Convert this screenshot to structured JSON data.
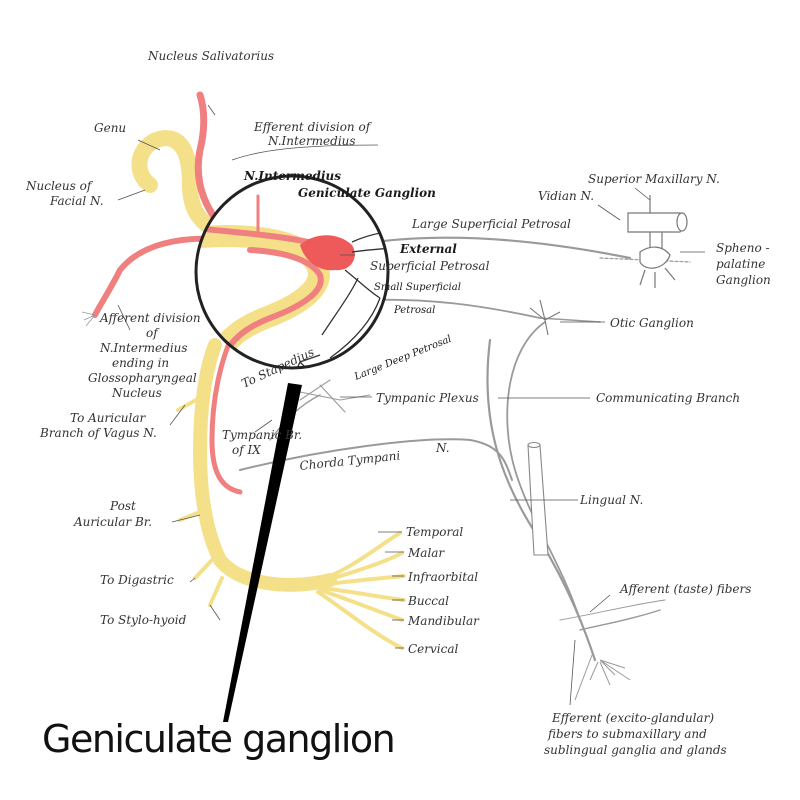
{
  "callout": "Geniculate ganglion",
  "labels": {
    "nucleus_salivatorius": "Nucleus Salivatorius",
    "genu": "Genu",
    "efferent_division_1": "Efferent division of",
    "efferent_division_2": "N.Intermedius",
    "nucleus_of_facial_1": "Nucleus of",
    "nucleus_of_facial_2": "Facial N.",
    "n_intermedius": "N.Intermedius",
    "geniculate_ganglion": "Geniculate Ganglion",
    "large_superficial_petrosal": "Large Superficial Petrosal",
    "superior_maxillary": "Superior Maxillary N.",
    "vidian": "Vidian N.",
    "spheno_1": "Spheno -",
    "spheno_2": "palatine",
    "spheno_3": "Ganglion",
    "external_1": "External",
    "external_2": "Superficial Petrosal",
    "small_superficial": "Small Superficial",
    "petrosal": "Petrosal",
    "large_deep_petrosal": "Large Deep Petrosal",
    "to_stapedius": "To Stapedius",
    "otic_ganglion": "Otic Ganglion",
    "afferent_1": "Afferent division",
    "afferent_2": "of",
    "afferent_3": "N.Intermedius",
    "afferent_4": "ending in",
    "afferent_5": "Glossopharyngeal",
    "afferent_6": "Nucleus",
    "to_auricular_1": "To Auricular",
    "to_auricular_2": "Branch of Vagus N.",
    "tympanic_plexus": "Tympanic Plexus",
    "communicating_branch": "Communicating Branch",
    "tympanic_br_1": "Tympanic Br.",
    "tympanic_br_2": "of IX",
    "chorda_tympani": "Chorda Tympani",
    "chorda_n": "N.",
    "lingual": "Lingual N.",
    "post_auricular_1": "Post",
    "post_auricular_2": "Auricular Br.",
    "temporal": "Temporal",
    "malar": "Malar",
    "infraorbital": "Infraorbital",
    "buccal": "Buccal",
    "mandibular": "Mandibular",
    "cervical": "Cervical",
    "to_digastric": "To Digastric",
    "to_stylohyoid": "To Stylo-hyoid",
    "afferent_taste": "Afferent (taste) fibers",
    "efferent_excito_1": "Efferent (excito-glandular)",
    "efferent_excito_2": "fibers to submaxillary and",
    "efferent_excito_3": "sublingual ganglia and glands"
  },
  "colors": {
    "motor_nerve": "#f5e08a",
    "sensory_nerve": "#f08080",
    "ganglion": "#ee5a5a",
    "lens_ring": "#222222",
    "other_nerves": "#9a9a9a"
  }
}
